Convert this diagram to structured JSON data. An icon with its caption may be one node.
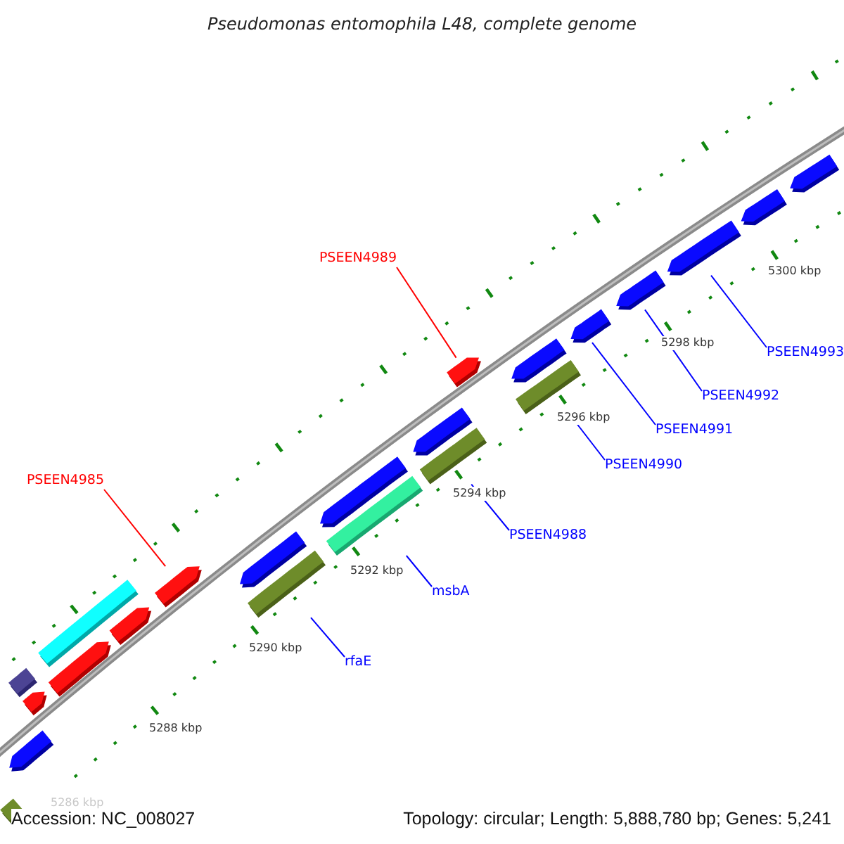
{
  "diagram": {
    "title": "Pseudomonas entomophila L48, complete genome",
    "nodes": [
      {
        "text": [
          "PSEEN4989"
        ]
      },
      {
        "text": [
          "PSEEN4985"
        ]
      },
      {
        "text": [
          "PSEEN4993"
        ]
      },
      {
        "text": [
          "PSEEN4992"
        ]
      },
      {
        "text": [
          "PSEEN4991"
        ]
      },
      {
        "text": [
          "PSEEN4990"
        ]
      },
      {
        "text": [
          "PSEEN4988"
        ]
      },
      {
        "text": [
          "msbA"
        ]
      },
      {
        "text": [
          "rfaE"
        ]
      },
      {
        "text": [],
        "shape": "bar"
      },
      {
        "text": [],
        "shape": "bar"
      },
      {
        "text": [],
        "shape": "bar"
      },
      {
        "text": [],
        "shape": "bar"
      },
      {
        "text": [],
        "shape": "bar"
      },
      {
        "text": [],
        "shape": "bar"
      },
      {
        "text": [],
        "shape": "bar"
      },
      {
        "text": [],
        "shape": "bar"
      },
      {
        "text": [],
        "shape": "bar"
      },
      {
        "text": [],
        "shape": "bar"
      },
      {
        "text": [],
        "shape": "bar"
      },
      {
        "text": [],
        "shape": "bar"
      },
      {
        "text": [],
        "shape": "bar"
      },
      {
        "text": [],
        "shape": "bar"
      },
      {
        "text": [],
        "shape": "bar"
      },
      {
        "text": [],
        "shape": "bar"
      },
      {
        "text": [],
        "shape": "bar"
      },
      {
        "text": [],
        "shape": "bar"
      },
      {
        "text": [],
        "shape": "bar"
      },
      {
        "text": [],
        "shape": "bar"
      },
      {
        "text": [],
        "shape": "bar"
      },
      {
        "text": [],
        "shape": "bar"
      }
    ],
    "edges": [
      {
        "from": 0,
        "to": 23,
        "arrow": "none",
        "color": "#ff0000"
      },
      {
        "from": 1,
        "to": 14,
        "arrow": "none",
        "color": "#ff0000"
      },
      {
        "from": 2,
        "to": 28,
        "arrow": "none"
      },
      {
        "from": 3,
        "to": 27,
        "arrow": "none"
      },
      {
        "from": 4,
        "to": 26,
        "arrow": "none"
      },
      {
        "from": 5,
        "to": 25,
        "arrow": "none"
      },
      {
        "from": 6,
        "to": 22,
        "arrow": "none"
      },
      {
        "from": 7,
        "to": 19,
        "arrow": "none"
      },
      {
        "from": 8,
        "to": 18,
        "arrow": "none"
      }
    ],
    "labels": [
      "5300 kbp",
      "5298 kbp",
      "5296 kbp",
      "5294 kbp",
      "5292 kbp",
      "5290 kbp",
      "5288 kbp",
      "5286 kbp",
      "Accession: NC_008027",
      "Topology: circular; Length: 5,888,780 bp; Genes: 5,241"
    ]
  }
}
